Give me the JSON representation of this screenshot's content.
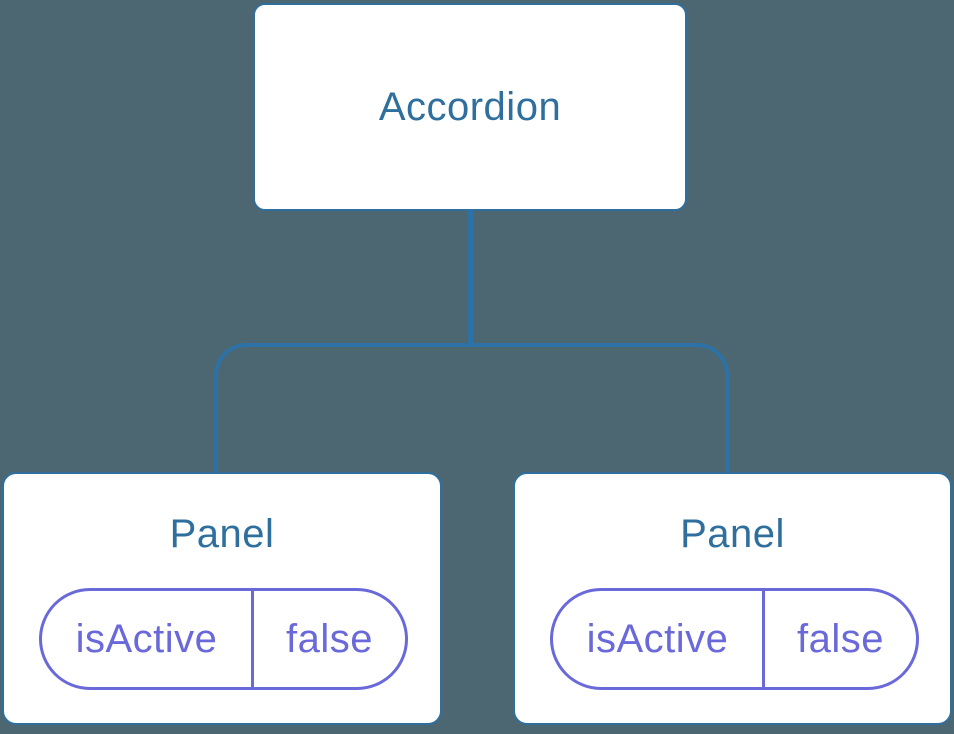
{
  "diagram": {
    "type": "component-tree",
    "colors": {
      "background": "#4C6771",
      "node_fill": "#FFFFFF",
      "node_border": "#2E6F9D",
      "connector": "#2C72A6",
      "node_text": "#2F6F9E",
      "state_pill": "#6A69DA"
    },
    "tree": {
      "root": {
        "label": "Accordion"
      },
      "children": [
        {
          "label": "Panel",
          "state": {
            "key": "isActive",
            "value": "false"
          }
        },
        {
          "label": "Panel",
          "state": {
            "key": "isActive",
            "value": "false"
          }
        }
      ]
    }
  }
}
